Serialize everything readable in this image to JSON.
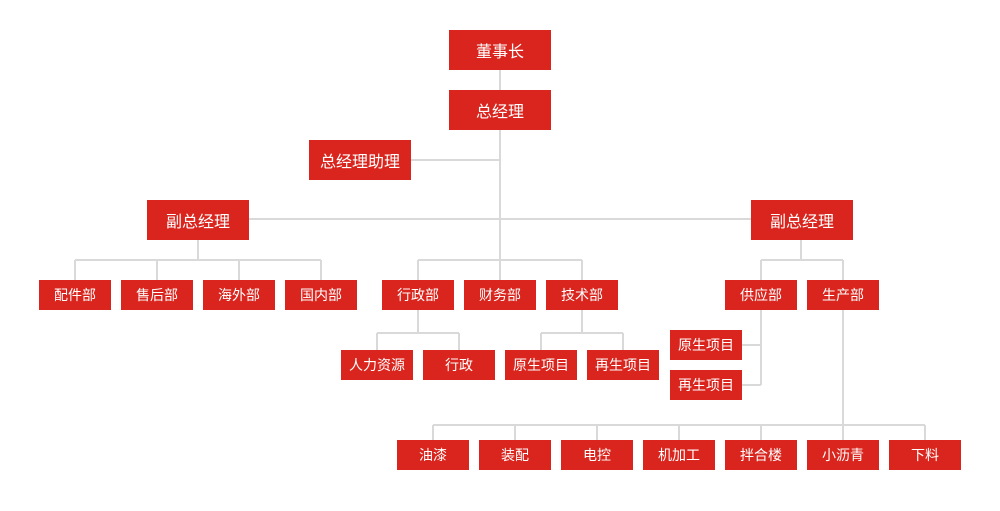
{
  "chairman": "董事长",
  "general_manager": "总经理",
  "gm_assistant": "总经理助理",
  "vice_gm_left": {
    "title": "副总经理",
    "departments": [
      "配件部",
      "售后部",
      "海外部",
      "国内部"
    ]
  },
  "center": {
    "admin_dept": {
      "label": "行政部",
      "children": [
        "人力资源",
        "行政"
      ]
    },
    "finance_dept": {
      "label": "财务部"
    },
    "tech_dept": {
      "label": "技术部",
      "children": [
        "原生项目",
        "再生项目"
      ]
    }
  },
  "vice_gm_right": {
    "title": "副总经理",
    "supply_dept": {
      "label": "供应部",
      "children": [
        "原生项目",
        "再生项目"
      ]
    },
    "production_dept": {
      "label": "生产部",
      "children": [
        "油漆",
        "装配",
        "电控",
        "机加工",
        "拌合楼",
        "小沥青",
        "下料"
      ]
    }
  },
  "colors": {
    "box": "#d9251d",
    "line": "#d9d9d9",
    "text": "#ffffff"
  }
}
